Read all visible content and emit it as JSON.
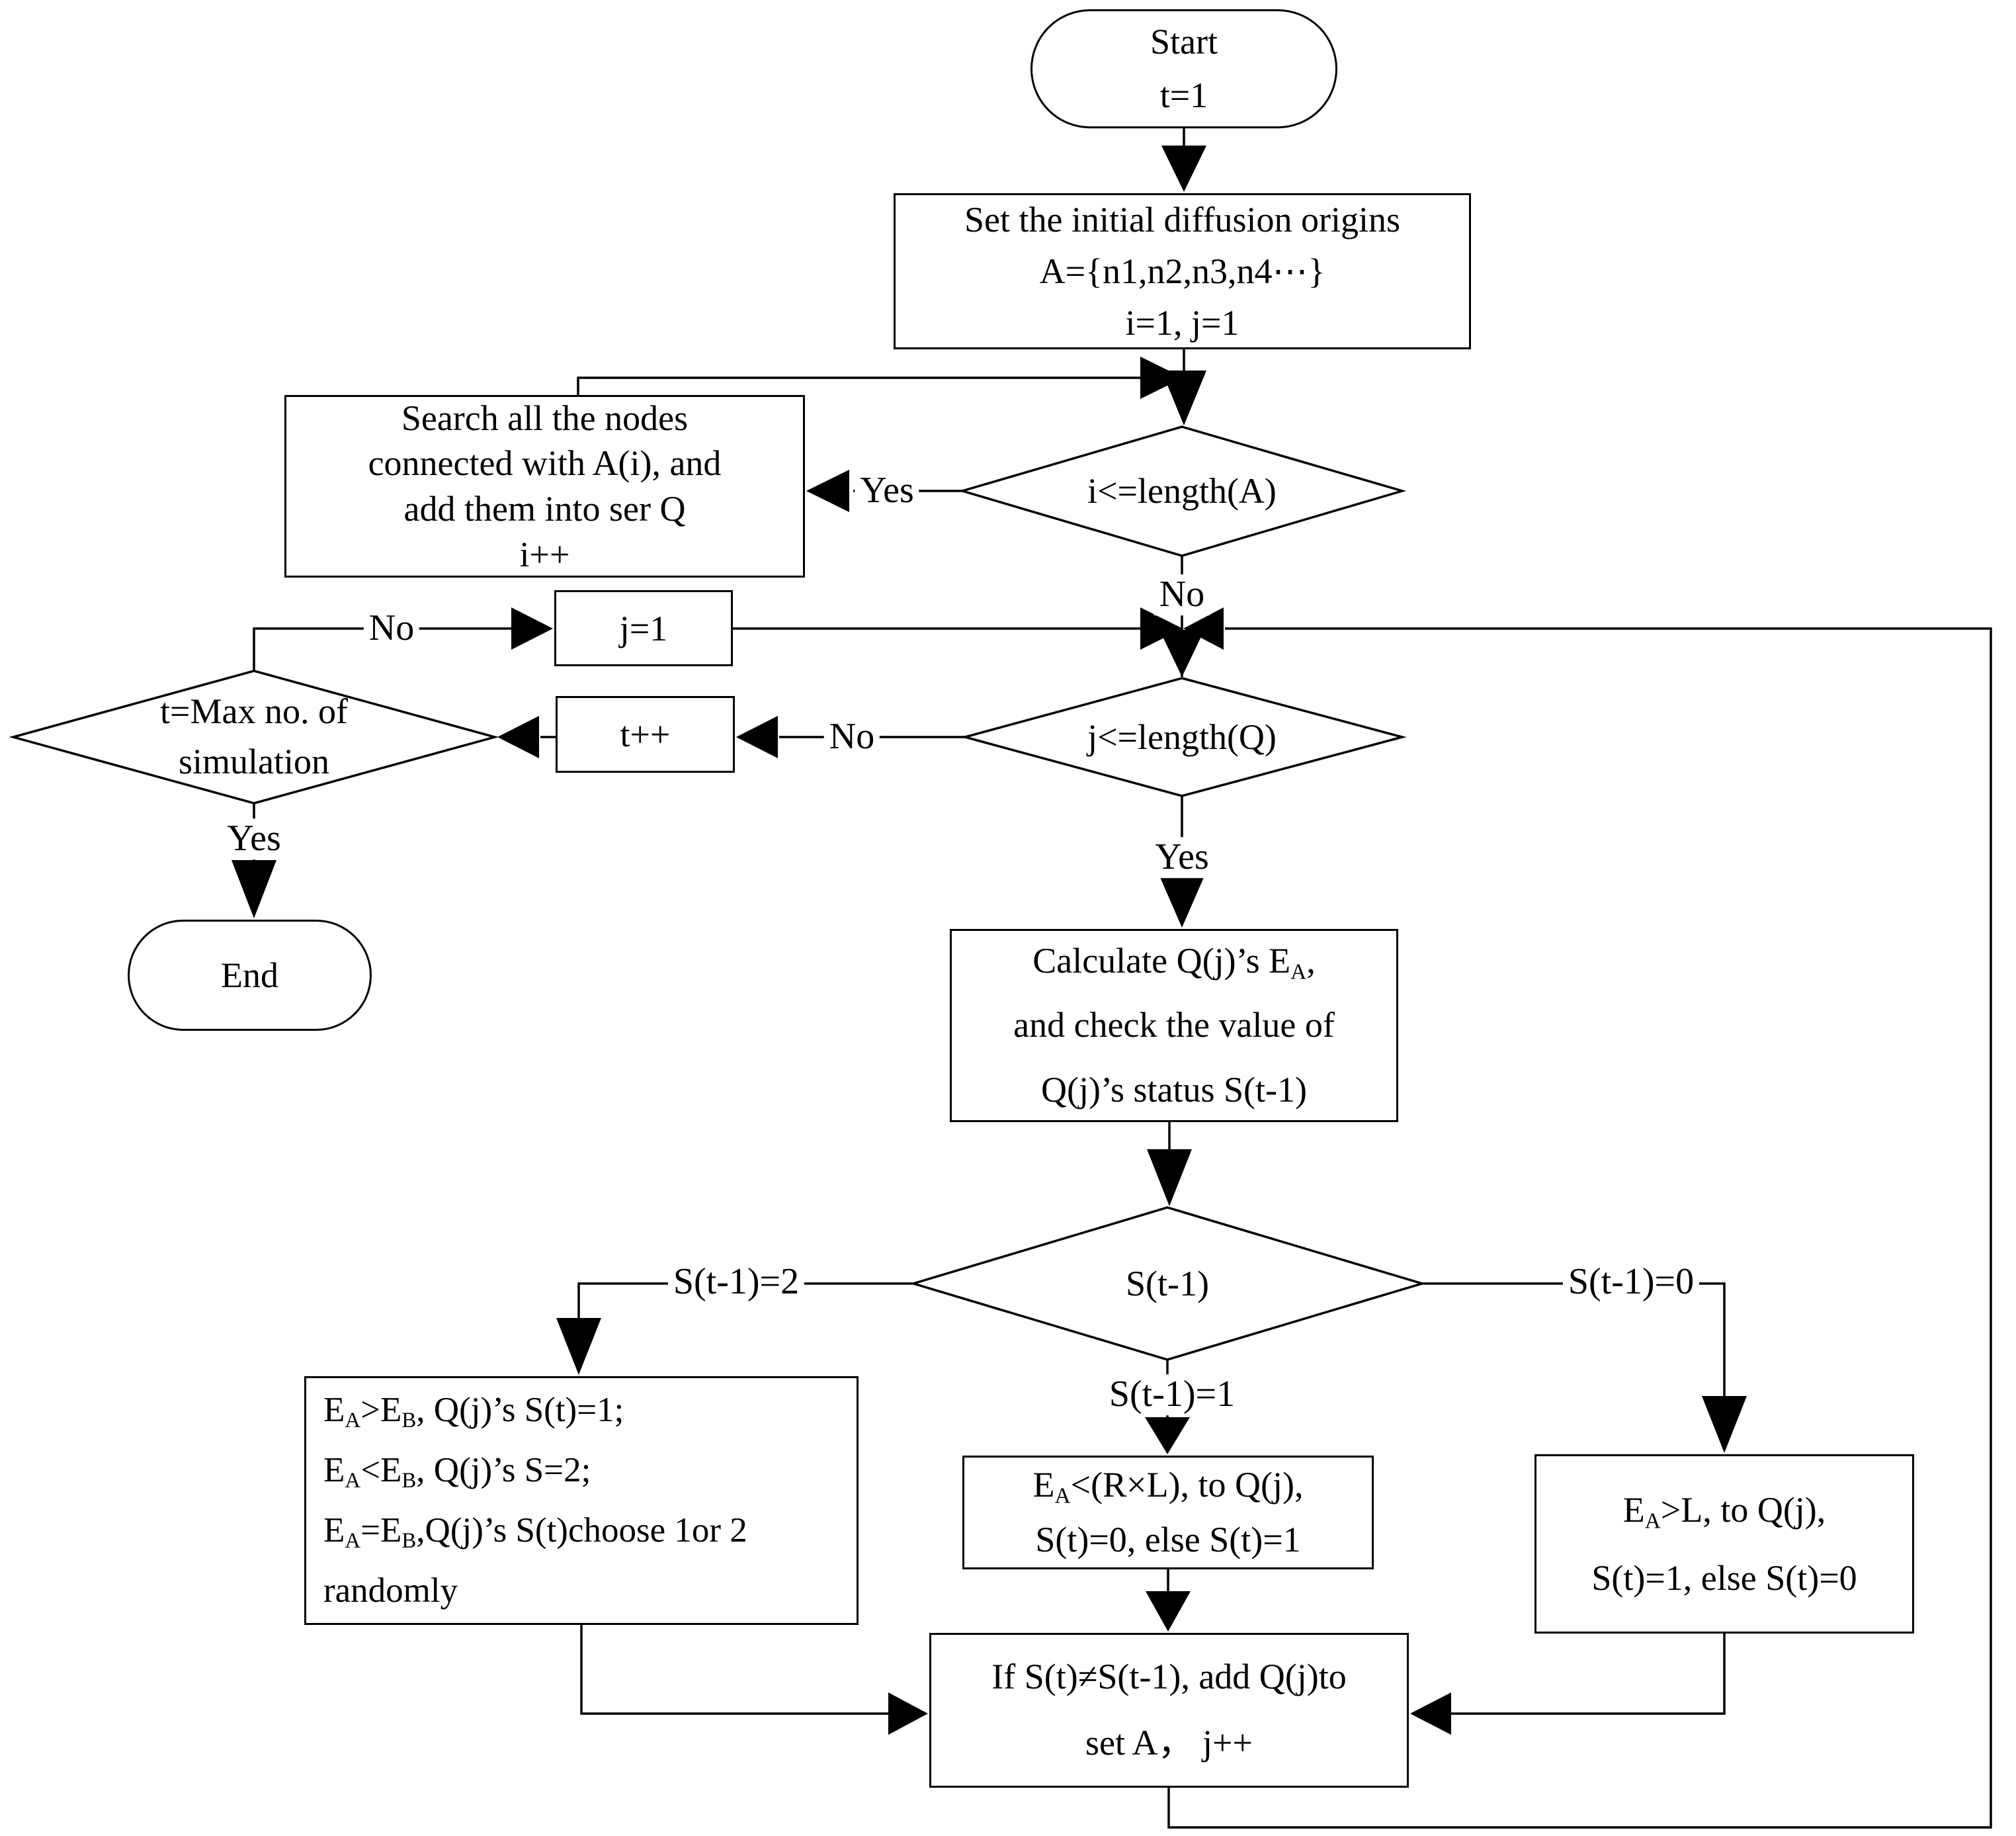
{
  "title": "Diffusion simulation flowchart",
  "colors": {
    "stroke": "#000000",
    "fill": "#ffffff"
  },
  "nodes": {
    "start": {
      "lines": [
        [
          {
            "t": "Start"
          }
        ],
        [
          {
            "t": "t=1"
          }
        ]
      ]
    },
    "set_origins": {
      "lines": [
        [
          {
            "t": "Set the initial diffusion origins"
          }
        ],
        [
          {
            "t": "A={n1,n2,n3,n4⋯}"
          }
        ],
        [
          {
            "t": "i=1, j=1"
          }
        ]
      ]
    },
    "search": {
      "lines": [
        [
          {
            "t": "Search all the nodes"
          }
        ],
        [
          {
            "t": "connected with A(i), and"
          }
        ],
        [
          {
            "t": "add them into ser Q"
          }
        ],
        [
          {
            "t": "i++"
          }
        ]
      ]
    },
    "i_len": {
      "lines": [
        [
          {
            "t": "i<=length(A)"
          }
        ]
      ]
    },
    "j1": {
      "lines": [
        [
          {
            "t": "j=1"
          }
        ]
      ]
    },
    "tpp": {
      "lines": [
        [
          {
            "t": "t++"
          }
        ]
      ]
    },
    "tmax": {
      "lines": [
        [
          {
            "t": "t=Max no. of"
          }
        ],
        [
          {
            "t": "simulation"
          }
        ]
      ]
    },
    "j_len": {
      "lines": [
        [
          {
            "t": "j<=length(Q)"
          }
        ]
      ]
    },
    "end": {
      "lines": [
        [
          {
            "t": "End"
          }
        ]
      ]
    },
    "calc": {
      "lines": [
        [
          {
            "t": "Calculate Q(j)’s "
          },
          {
            "t": "E"
          },
          {
            "t": "A",
            "sub": true
          },
          {
            "t": ","
          }
        ],
        [
          {
            "t": "and check the value of"
          }
        ],
        [
          {
            "t": "Q(j)’s  status S(t-1)"
          }
        ]
      ]
    },
    "s_switch": {
      "lines": [
        [
          {
            "t": "S(t-1)"
          }
        ]
      ]
    },
    "box_s2": {
      "lines": [
        [
          {
            "t": "E"
          },
          {
            "t": "A",
            "sub": true
          },
          {
            "t": ">E"
          },
          {
            "t": "B",
            "sub": true
          },
          {
            "t": ", Q(j)’s S(t)=1;"
          }
        ],
        [
          {
            "t": "E"
          },
          {
            "t": "A",
            "sub": true
          },
          {
            "t": "<E"
          },
          {
            "t": "B",
            "sub": true
          },
          {
            "t": ", Q(j)’s S=2;"
          }
        ],
        [
          {
            "t": "E"
          },
          {
            "t": "A",
            "sub": true
          },
          {
            "t": "=E"
          },
          {
            "t": "B",
            "sub": true
          },
          {
            "t": ",Q(j)’s S(t)choose 1or 2"
          }
        ],
        [
          {
            "t": "randomly"
          }
        ]
      ]
    },
    "box_s1": {
      "lines": [
        [
          {
            "t": "E"
          },
          {
            "t": "A",
            "sub": true
          },
          {
            "t": "<(R×L), to Q(j),"
          }
        ],
        [
          {
            "t": "S(t)=0, else S(t)=1"
          }
        ]
      ]
    },
    "box_s0": {
      "lines": [
        [
          {
            "t": "E"
          },
          {
            "t": "A",
            "sub": true
          },
          {
            "t": ">L, to Q(j),"
          }
        ],
        [
          {
            "t": "S(t)=1, else S(t)=0"
          }
        ]
      ]
    },
    "update": {
      "lines": [
        [
          {
            "t": "If S(t)≠S(t-1), add Q(j)to"
          }
        ],
        [
          {
            "t": "set A， j++"
          }
        ]
      ]
    }
  },
  "labels": {
    "yes_i": "Yes",
    "no_i": "No",
    "no_j": "No",
    "yes_j": "Yes",
    "no_t": "No",
    "yes_t": "Yes",
    "s2": "S(t-1)=2",
    "s1": "S(t-1)=1",
    "s0": "S(t-1)=0"
  }
}
